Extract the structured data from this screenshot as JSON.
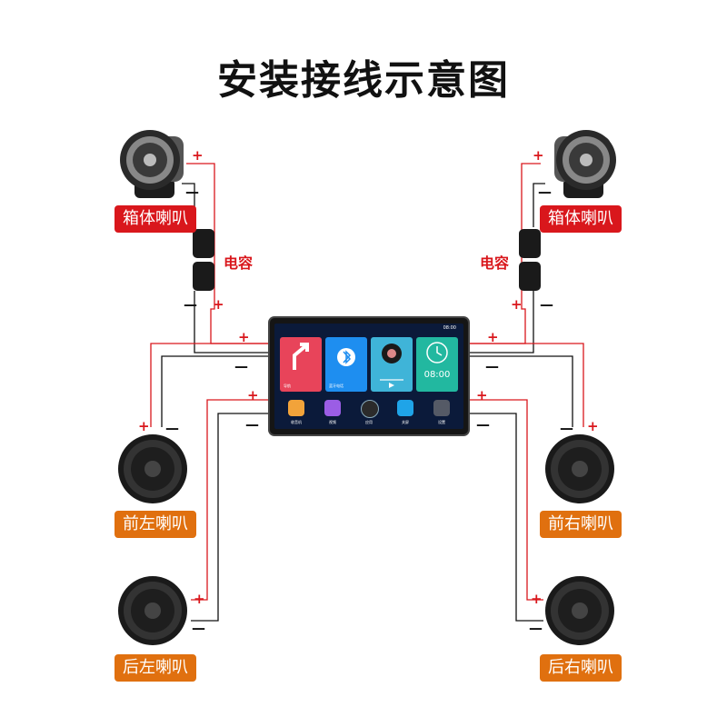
{
  "title": "安装接线示意图",
  "speakers": {
    "box_left": "箱体喇叭",
    "box_right": "箱体喇叭",
    "front_left": "前左喇叭",
    "front_right": "前右喇叭",
    "rear_left": "后左喇叭",
    "rear_right": "后右喇叭"
  },
  "capacitor_label": "电容",
  "signs": {
    "plus": "+",
    "minus": "—"
  },
  "head_unit": {
    "status_time": "08:00",
    "tiles": [
      {
        "caption": "导航",
        "color": "#e8445a"
      },
      {
        "caption": "蓝牙电话",
        "color": "#1e8ef0"
      },
      {
        "caption": "",
        "color": "#3fb4d8"
      },
      {
        "caption": "",
        "color": "#22b8a0"
      }
    ],
    "clock": "08:00",
    "dock": [
      {
        "label": "收音机",
        "color": "#f2a33a"
      },
      {
        "label": "视频",
        "color": "#9b5de5"
      },
      {
        "label": "应用",
        "color": "#2b2b2b"
      },
      {
        "label": "关屏",
        "color": "#1fa4e8"
      },
      {
        "label": "设置",
        "color": "#555a66"
      }
    ]
  }
}
